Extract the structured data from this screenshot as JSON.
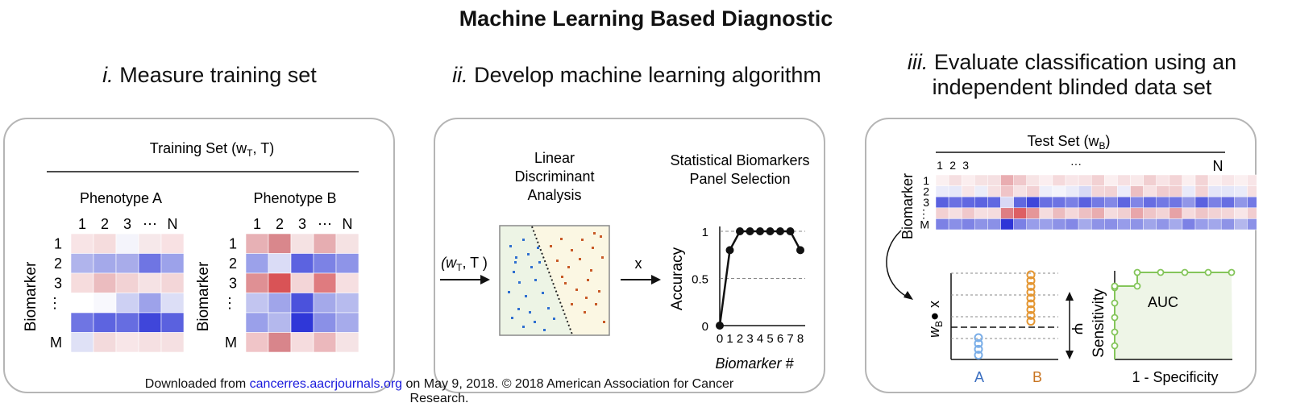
{
  "title": "Machine Learning Based Diagnostic",
  "panels": {
    "p1": {
      "num": "i.",
      "title": "Measure training set",
      "set_label": "Training Set (w",
      "set_sub": "T",
      "set_rest": ", T)"
    },
    "p2": {
      "num": "ii.",
      "title": "Develop machine learning algorithm"
    },
    "p3": {
      "num": "iii.",
      "title_line1": "Evaluate classification using an",
      "title_line2": "independent blinded data set"
    }
  },
  "heatmaps": {
    "phenotype_a": "Phenotype A",
    "phenotype_b": "Phenotype B",
    "col_labels": [
      "1",
      "2",
      "3",
      "⋯",
      "N"
    ],
    "row_labels": [
      "1",
      "2",
      "3",
      "⋮",
      "",
      "M"
    ],
    "y_label": "Biomarker",
    "colors_a": [
      [
        "#f8e4e6",
        "#f5dcdd",
        "#f4f4fb",
        "#f6e8ea",
        "#f8e1e3"
      ],
      [
        "#b0b4ec",
        "#a4a9ea",
        "#a8acea",
        "#6f75e3",
        "#9ca2ea"
      ],
      [
        "#f6dcdd",
        "#ebbcbf",
        "#f2d2d4",
        "#f5e2e4",
        "#f3d6d8"
      ],
      [
        "#ffffff",
        "#f8f8fd",
        "#cdd0f3",
        "#9da2ea",
        "#dcdef6"
      ],
      [
        "#6f75e3",
        "#5d64e0",
        "#666de1",
        "#3f46da",
        "#5a61df"
      ],
      [
        "#dfe1f6",
        "#f3dadc",
        "#f8e6e8",
        "#f5e0e2",
        "#f5e0e2"
      ]
    ],
    "colors_b": [
      [
        "#e7b1b5",
        "#d9878c",
        "#f5e2e3",
        "#e6adb1",
        "#f5e2e3"
      ],
      [
        "#9ba1ea",
        "#dadcf6",
        "#5c63e0",
        "#7c82e5",
        "#8e94e8"
      ],
      [
        "#df9094",
        "#d95356",
        "#f3d5d7",
        "#df7b7f",
        "#f6dfe1"
      ],
      [
        "#c2c5f0",
        "#a0a5ea",
        "#4b52dc",
        "#a4a9ea",
        "#b7bbee"
      ],
      [
        "#9aa0ea",
        "#b4b8ed",
        "#2f37d8",
        "#8a90e7",
        "#a6abeb"
      ],
      [
        "#f0c5c8",
        "#d8858b",
        "#f5dcde",
        "#ebb8bc",
        "#f5e3e5"
      ]
    ]
  },
  "lda": {
    "label_line1": "Linear",
    "label_line2": "Discriminant",
    "label_line3": "Analysis",
    "input_label_w": "(w",
    "input_sub": "T",
    "input_rest": ", T )",
    "arrow2_label": "x"
  },
  "chart_data": {
    "type": "line",
    "title_line1": "Statistical Biomarkers",
    "title_line2": "Panel Selection",
    "xlabel": "Biomarker #",
    "ylabel": "Accuracy",
    "x": [
      0,
      1,
      2,
      3,
      4,
      5,
      6,
      7,
      8
    ],
    "y": [
      0,
      0.8,
      1,
      1,
      1,
      1,
      1,
      1,
      0.8
    ],
    "x_ticks": [
      "0",
      "1",
      "2",
      "3",
      "4",
      "5",
      "6",
      "7",
      "8"
    ],
    "y_ticks": [
      "0",
      "0.5",
      "1"
    ],
    "ylim": [
      0,
      1
    ],
    "xlim": [
      0,
      8
    ]
  },
  "test_set": {
    "label_pre": "Test Set (w",
    "label_sub": "B",
    "label_post": ")",
    "col_labels": [
      "1",
      "2",
      "3"
    ],
    "col_dots": "···",
    "col_last": "N",
    "row_labels": [
      "1",
      "2",
      "3",
      "⋮",
      "M"
    ],
    "y_label": "Biomarker",
    "rows": [
      [
        "#fbf0f1",
        "#f5dfe1",
        "#fbeeef",
        "#f6e2e3",
        "#f5e0e2",
        "#e9adb1",
        "#f0c8cb",
        "#f7e4e5",
        "#fbeef0",
        "#f5dadc",
        "#f8e6e8",
        "#f7e2e4",
        "#f2d1d3",
        "#fbeff0",
        "#f6e0e2",
        "#f9e9ea",
        "#f1cfd1",
        "#f8e4e6",
        "#f3d4d6",
        "#fbeff0",
        "#f3d4d6",
        "#fbeff0",
        "#f8e6e8",
        "#fbf0f1",
        "#f8e5e7"
      ],
      [
        "#eaebfa",
        "#e6e8f9",
        "#f8e6e8",
        "#ecedf9",
        "#f6e0e2",
        "#efc4c7",
        "#f6e2e4",
        "#f2d1d4",
        "#edeefa",
        "#f4f4fb",
        "#eaebf9",
        "#d7d9f5",
        "#f3d6d8",
        "#f2d3d5",
        "#ececfa",
        "#ecbfc2",
        "#f7e1e3",
        "#f0cccf",
        "#f1cfd1",
        "#e9eaf9",
        "#f3d3d5",
        "#e5e6f8",
        "#e4e6f8",
        "#eaebf9",
        "#f6dfe1"
      ],
      [
        "#5a61df",
        "#6a70e2",
        "#6168e1",
        "#5c63e0",
        "#6168e1",
        "#d8d9f5",
        "#6068e0",
        "#3e46da",
        "#686fe2",
        "#6d73e3",
        "#7a80e5",
        "#5a61df",
        "#747ae4",
        "#8388e6",
        "#5e65e0",
        "#8085e6",
        "#676de2",
        "#7379e4",
        "#6f75e3",
        "#9196e8",
        "#5a61df",
        "#7b80e5",
        "#686ee2",
        "#9196e8",
        "#7379e4"
      ],
      [
        "#f2d0d2",
        "#f6dfe1",
        "#f0c8cb",
        "#f6dfe1",
        "#f5dcde",
        "#de7e83",
        "#dd5f63",
        "#e59699",
        "#f5dcde",
        "#ecbcbf",
        "#f4d8da",
        "#edc0c3",
        "#e9adb0",
        "#f5dcde",
        "#f1cfd1",
        "#e8a6aa",
        "#efc5c8",
        "#f3d4d6",
        "#e6a2a6",
        "#f5dadc",
        "#eec5c8",
        "#f2d2d4",
        "#f4d6d8",
        "#f8e6e8",
        "#f1cdd0"
      ],
      [
        "#7c81e5",
        "#8a8fe7",
        "#7e83e5",
        "#8e93e7",
        "#8a90e7",
        "#2e35d7",
        "#7b80e5",
        "#989dea",
        "#9ba0ea",
        "#8d92e7",
        "#8388e6",
        "#a5aaeb",
        "#8e93e7",
        "#8a8fe7",
        "#979cea",
        "#8e93e7",
        "#a0a5ea",
        "#9095e8",
        "#a5aaeb",
        "#7c81e5",
        "#989dea",
        "#a2a7eb",
        "#8e93e7",
        "#b4b7ed",
        "#8c91e7"
      ]
    ]
  },
  "classification": {
    "y_label": "w",
    "y_sub": "B",
    "y_post": "● x",
    "cat_a": "A",
    "cat_b": "B",
    "psi": "Ψ",
    "a_color": "#7aaee8",
    "b_color": "#e49632",
    "a_count": 4,
    "b_count": 9
  },
  "roc": {
    "y_label": "Sensitivity",
    "x_label": "1 - Specificity",
    "area_label": "AUC",
    "line_color": "#84c55a",
    "fill_color": "#eef5e7"
  },
  "footer": {
    "pre": "Downloaded from ",
    "link": "cancerres.aacrjournals.org",
    "post": " on May 9, 2018. © 2018 American Association for Cancer",
    "line2": "Research."
  }
}
